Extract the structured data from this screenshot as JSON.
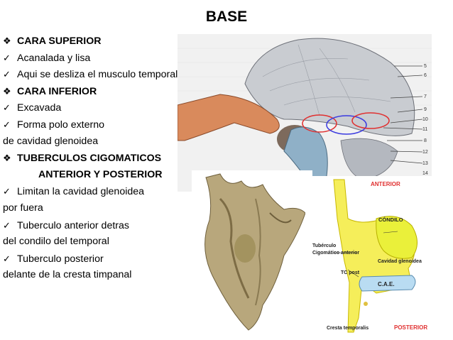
{
  "slide": {
    "title": "BASE"
  },
  "bullets": [
    {
      "marker": "❖",
      "text": "CARA SUPERIOR",
      "bold": true,
      "style": "bullet"
    },
    {
      "marker": "✓",
      "text": "Acanalada y lisa",
      "bold": false,
      "style": "bullet"
    },
    {
      "marker": "✓",
      "text": "Aqui se desliza el musculo temporal",
      "bold": false,
      "style": "bullet"
    },
    {
      "marker": "❖",
      "text": "CARA INFERIOR",
      "bold": true,
      "style": "bullet"
    },
    {
      "marker": "✓",
      "text": "Excavada",
      "bold": false,
      "style": "bullet"
    },
    {
      "marker": "✓",
      "text": "Forma polo externo",
      "bold": false,
      "style": "bullet"
    },
    {
      "marker": "",
      "text": "de cavidad glenoidea",
      "bold": false,
      "style": "plain"
    },
    {
      "marker": "❖",
      "text": "TUBERCULOS CIGOMATICOS",
      "bold": true,
      "style": "bullet"
    },
    {
      "marker": "",
      "text": "ANTERIOR Y POSTERIOR",
      "bold": true,
      "style": "indent"
    },
    {
      "marker": "✓",
      "text": "Limitan la cavidad glenoidea",
      "bold": false,
      "style": "bullet"
    },
    {
      "marker": "",
      "text": "por fuera",
      "bold": false,
      "style": "plain"
    },
    {
      "marker": "✓",
      "text": "Tuberculo anterior detras",
      "bold": false,
      "style": "bullet"
    },
    {
      "marker": "",
      "text": "del condilo del temporal",
      "bold": false,
      "style": "plain"
    },
    {
      "marker": "✓",
      "text": "Tuberculo posterior",
      "bold": false,
      "style": "bullet"
    },
    {
      "marker": "",
      "text": "delante de la cresta timpanal",
      "bold": false,
      "style": "plain"
    }
  ],
  "skull_figure": {
    "numbers": [
      "5",
      "6",
      "7",
      "9",
      "10",
      "11",
      "8",
      "12",
      "13",
      "14"
    ],
    "colors": {
      "skull": "#c9ccd1",
      "zygomatic": "#d98a5c",
      "tympanic": "#8fb0c7",
      "fossa": "#7d6a5c"
    }
  },
  "diagram": {
    "anterior": "ANTERIOR",
    "condilo": "CÓNDILO",
    "tuberculo": "Tubérculo",
    "cigomatico": "Cigomático anterior",
    "cavidad": "Cavidad glenoidea",
    "tc_post": "TC post",
    "cae": "C.A.E.",
    "cresta": "Cresta temporalis",
    "posterior": "POSTERIOR",
    "colors": {
      "bone": "#f5ee5a",
      "condyle": "#eaf03a",
      "cae": "#b9dcf2",
      "red": "#e03030"
    }
  }
}
